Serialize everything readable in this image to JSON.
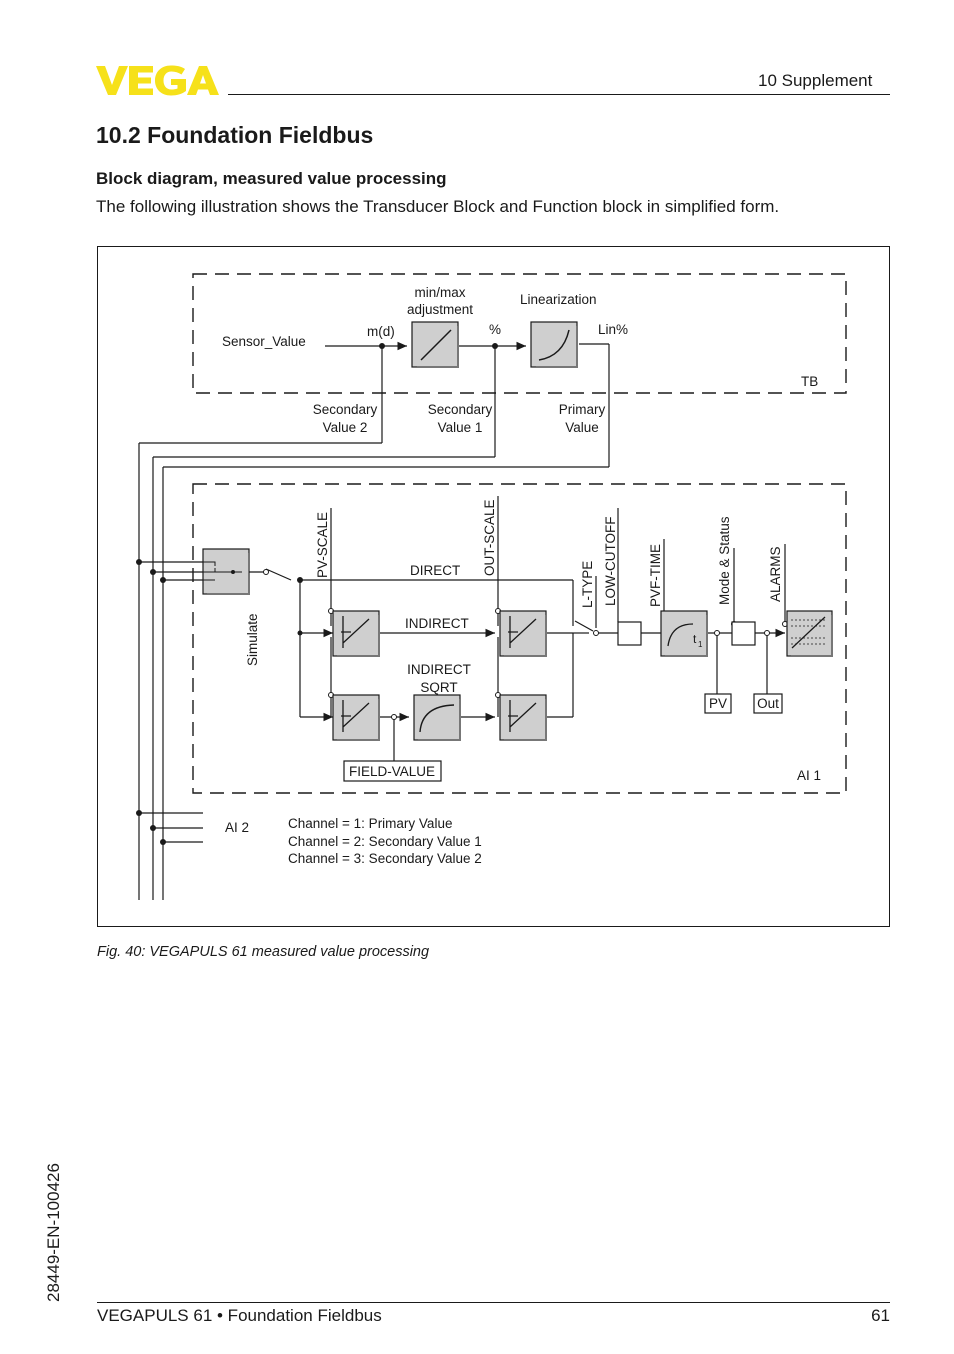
{
  "header": {
    "brand": "VEGA",
    "brand_color": "#f6e11a",
    "chapter": "10 Supplement"
  },
  "section": {
    "title": "10.2 Foundation Fieldbus",
    "subheading": "Block diagram, measured value processing",
    "intro": "The following illustration shows the Transducer Block and Function block in simplified form."
  },
  "figure": {
    "tb": {
      "sensor_value": "Sensor_Value",
      "m_d": "m(d)",
      "minmax_line1": "min/max",
      "minmax_line2": "adjustment",
      "percent": "%",
      "linearization": "Linearization",
      "lin_percent": "Lin%",
      "block_label": "TB",
      "secondary2_line1": "Secondary",
      "secondary2_line2": "Value 2",
      "secondary1_line1": "Secondary",
      "secondary1_line2": "Value 1",
      "primary_line1": "Primary",
      "primary_line2": "Value"
    },
    "ai1": {
      "pv_scale": "PV-SCALE",
      "out_scale": "OUT-SCALE",
      "direct": "DIRECT",
      "indirect": "INDIRECT",
      "indirect_sqrt_line1": "INDIRECT",
      "indirect_sqrt_line2": "SQRT",
      "simulate": "Simulate",
      "field_value": "FIELD-VALUE",
      "l_type": "L-TYPE",
      "low_cutoff": "LOW-CUTOFF",
      "pvf_time": "PVF-TIME",
      "mode_status": "Mode & Status",
      "alarms": "ALARMS",
      "pv": "PV",
      "out": "Out",
      "block_label": "AI 1",
      "time_constant": "t",
      "time_sub": "1"
    },
    "ai2": {
      "label": "AI 2",
      "channels": [
        "Channel = 1: Primary Value",
        "Channel = 2: Secondary Value 1",
        "Channel = 3: Secondary Value 2"
      ]
    },
    "caption": "Fig. 40: VEGAPULS 61 measured value processing"
  },
  "sidebar": {
    "doc_id": "28449-EN-100426"
  },
  "footer": {
    "product": "VEGAPULS 61 • Foundation Fieldbus",
    "page": "61"
  }
}
